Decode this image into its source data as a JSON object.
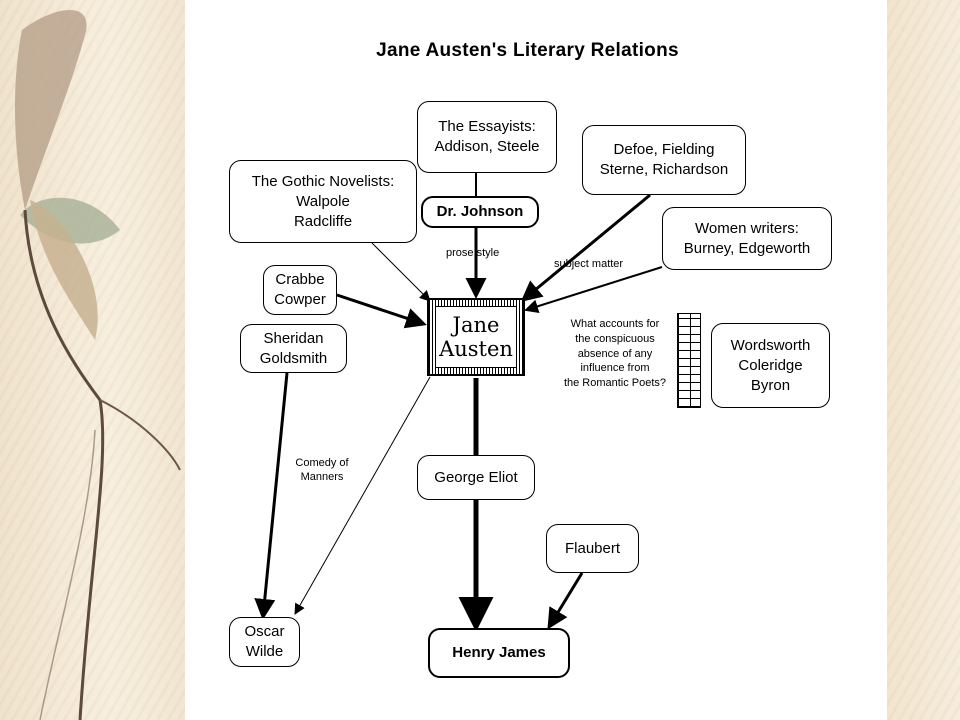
{
  "title": "Jane Austen's Literary Relations",
  "center": {
    "line1": "Jane",
    "line2": "Austen"
  },
  "nodes": {
    "essayists": {
      "line1": "The Essayists:",
      "line2": "Addison, Steele"
    },
    "defoe": {
      "line1": "Defoe, Fielding",
      "line2": "Sterne, Richardson"
    },
    "gothic": {
      "line1": "The Gothic Novelists:",
      "line2": "Walpole",
      "line3": "Radcliffe"
    },
    "johnson": {
      "line1": "Dr. Johnson"
    },
    "women": {
      "line1": "Women writers:",
      "line2": "Burney, Edgeworth"
    },
    "crabbe": {
      "line1": "Crabbe",
      "line2": "Cowper"
    },
    "sheridan": {
      "line1": "Sheridan",
      "line2": "Goldsmith"
    },
    "romantics": {
      "line1": "Wordsworth",
      "line2": "Coleridge",
      "line3": "Byron"
    },
    "eliot": {
      "line1": "George Eliot"
    },
    "flaubert": {
      "line1": "Flaubert"
    },
    "wilde": {
      "line1": "Oscar",
      "line2": "Wilde"
    },
    "james": {
      "line1": "Henry James"
    }
  },
  "labels": {
    "prose_style": "prose style",
    "subject_matter": "subject matter",
    "comedy1": "Comedy of",
    "comedy2": "Manners",
    "question": [
      "What accounts for",
      "the conspicuous",
      "absence of any",
      "influence from",
      "the Romantic Poets?"
    ]
  }
}
